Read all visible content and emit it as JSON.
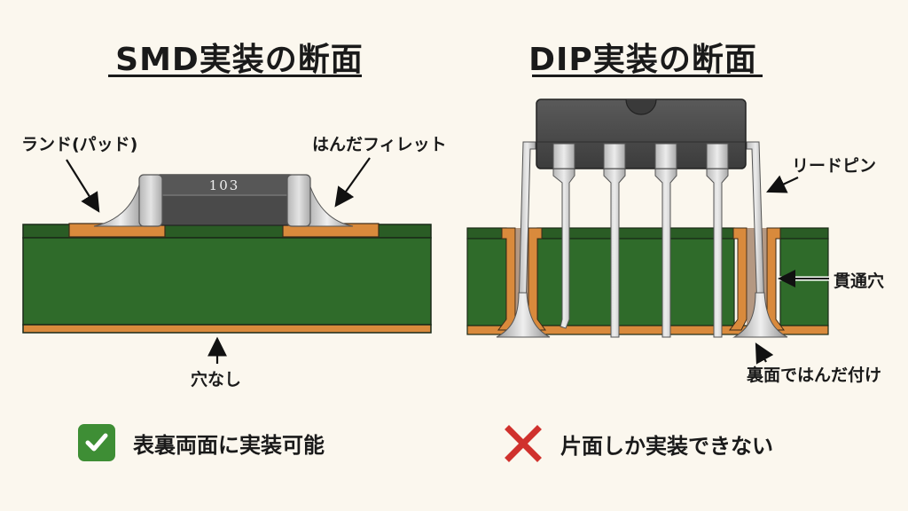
{
  "smd": {
    "title": "SMD実装の断面",
    "labels": {
      "land": "ランド(パッド)",
      "fillet": "はんだフィレット",
      "no_hole": "穴なし"
    },
    "component_marking": "103",
    "footer": "表裏両面に実装可能",
    "footer_icon": "check-icon"
  },
  "dip": {
    "title": "DIP実装の断面",
    "labels": {
      "lead_pin": "リードピン",
      "through_hole": "貫通穴",
      "back_solder": "裏面ではんだ付け"
    },
    "footer": "片面しか実装できない",
    "footer_icon": "cross-icon"
  },
  "colors": {
    "background": "#fbf7ee",
    "pcb_green": "#2f6b2a",
    "pcb_green_dark": "#244f20",
    "copper": "#d98a3c",
    "solder": "#c9c9c9",
    "chip_body": "#4b4b4b",
    "check_green": "#3e8e35",
    "cross_red": "#d0312d"
  }
}
